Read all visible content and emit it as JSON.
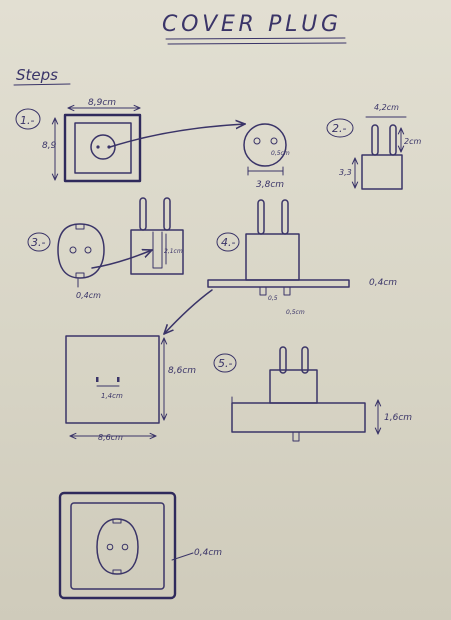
{
  "title": "COVER PLUG",
  "steps_heading": "Steps",
  "steps": {
    "s1": {
      "number": "1.-",
      "width_label": "8,9cm",
      "height_label": "8,9",
      "hole_label": "0,5cm",
      "diameter_label": "3,8cm"
    },
    "s2": {
      "number": "2.-",
      "width_label": "4,2cm",
      "pin_label": "2cm",
      "height_label": "3,3"
    },
    "s3": {
      "number": "3.-",
      "hole_label": "0,4cm",
      "depth_label": "2,1cm"
    },
    "s4": {
      "number": "4.-",
      "plate_label": "0,4cm",
      "gap_left_label": "0,5",
      "gap_right_label": "0,5cm"
    },
    "s4b": {
      "square_height_label": "8,6cm",
      "hole_label": "1,4cm",
      "square_width_label": "8,6cm"
    },
    "s5": {
      "number": "5.-",
      "thickness_label": "1,6cm"
    },
    "final": {
      "border_label": "0,4cm"
    }
  },
  "ink_color": "#3a3468",
  "paper_color": "#dcd9cb"
}
